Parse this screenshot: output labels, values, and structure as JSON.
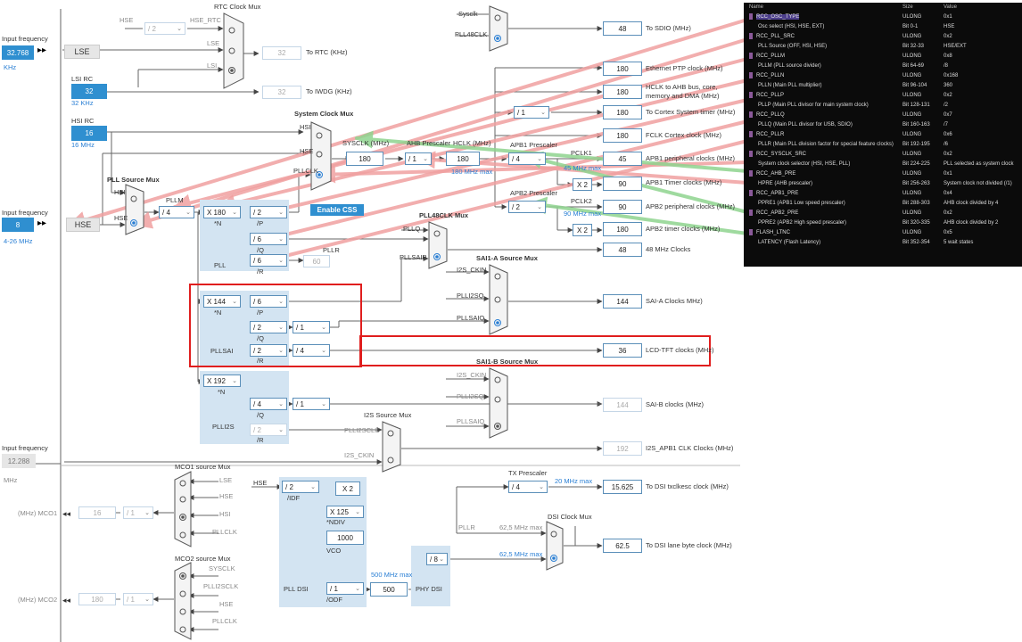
{
  "colors": {
    "accent": "#2f8fd0",
    "pll_bg": "#d3e4f2",
    "highlight": "#e01e1e",
    "arrow_red": "#f0a0a0",
    "arrow_green": "#8fd48f",
    "panel_bg": "#0b0b0b"
  },
  "sources": {
    "lse": {
      "input_label": "Input frequency",
      "value": "32.768",
      "unit": "KHz",
      "name": "LSE"
    },
    "lsi": {
      "title": "LSI RC",
      "value": "32",
      "unit": "32 KHz"
    },
    "hsi": {
      "title": "HSI RC",
      "value": "16",
      "unit": "16 MHz"
    },
    "hse": {
      "input_label": "Input frequency",
      "value": "8",
      "range": "4-26 MHz",
      "name": "HSE"
    },
    "i2s_ext": {
      "input_label": "Input frequency",
      "value": "12.288",
      "unit": "MHz"
    }
  },
  "rtc": {
    "mux_title": "RTC Clock Mux",
    "hse_label": "HSE",
    "hse_rtc_label": "HSE_RTC",
    "div": "/ 2",
    "lse_label": "LSE",
    "lsi_label": "LSI",
    "rtc_value": "32",
    "rtc_dest": "To RTC (KHz)",
    "iwdg_value": "32",
    "iwdg_dest": "To IWDG (KHz)"
  },
  "sdio": {
    "sysclk_label": "Sysclk",
    "pll48_label": "PLL48CLK",
    "value": "48",
    "dest": "To SDIO (MHz)"
  },
  "system": {
    "mux_title": "System Clock Mux",
    "hsi": "HSI",
    "hse": "HSE",
    "pllclk": "PLLCLK",
    "sysclk_label": "SYSCLK (MHz)",
    "sysclk_value": "180",
    "ahb_label": "AHB Prescaler",
    "ahb_div": "/ 1",
    "hclk_label": "HCLK (MHz)",
    "hclk_value": "180",
    "hclk_max": "180 MHz max",
    "enable_css": "Enable CSS"
  },
  "outputs": {
    "eth": {
      "value": "180",
      "dest": "Ethernet PTP clock (MHz)"
    },
    "hclk": {
      "value": "180",
      "dest": "HCLK to AHB bus, core, memory and DMA (MHz)"
    },
    "cortex": {
      "div": "/ 1",
      "value": "180",
      "dest": "To Cortex System timer (MHz)"
    },
    "fclk": {
      "value": "180",
      "dest": "FCLK Cortex clock (MHz)"
    },
    "apb1": {
      "prescaler_label": "APB1 Prescaler",
      "div": "/ 4",
      "pclk_label": "PCLK1",
      "max": "45 MHz max",
      "value": "45",
      "dest": "APB1 peripheral clocks (MHz)",
      "tim_mul": "X 2",
      "tim_value": "90",
      "tim_dest": "APB1 Timer clocks (MHz)"
    },
    "apb2": {
      "prescaler_label": "APB2 Prescaler",
      "div": "/ 2",
      "pclk_label": "PCLK2",
      "max": "90 MHz max",
      "value": "90",
      "dest": "APB2 peripheral clocks (MHz)",
      "tim_mul": "X 2",
      "tim_value": "180",
      "tim_dest": "APB2 timer clocks (MHz)"
    },
    "mhz48": {
      "value": "48",
      "dest": "48 MHz Clocks"
    },
    "saia": {
      "value": "144",
      "dest": "SAI-A Clocks MHz)"
    },
    "lcd": {
      "value": "36",
      "dest": "LCD-TFT clocks (MHz)"
    },
    "saib": {
      "value": "144",
      "dest": "SAI-B clocks (MHz)"
    },
    "i2s": {
      "value": "192",
      "dest": "I2S_APB1 CLK Clocks (MHz)"
    },
    "dsi_esc": {
      "value": "15.625",
      "dest": "To DSI txclkesc clock (MHz)"
    },
    "dsi_lane": {
      "value": "62.5",
      "dest": "To DSI lane byte clock (MHz)"
    }
  },
  "pll": {
    "src_mux_title": "PLL Source Mux",
    "hsi": "HSI",
    "hse": "HSE",
    "pllm_label": "PLLM",
    "pllm": "/ 4",
    "n": "X 180",
    "n_label": "*N",
    "p": "/ 2",
    "p_label": "/P",
    "q": "/ 6",
    "q_label": "/Q",
    "r": "/ 6",
    "r_label": "/R",
    "pllr_label": "PLLR",
    "pllr_value": "60",
    "name": "PLL"
  },
  "pll48": {
    "mux_title": "PLL48CLK Mux",
    "pllq": "PLLQ",
    "pllsaip": "PLLSAIP"
  },
  "pllsai": {
    "n": "X 144",
    "n_label": "*N",
    "p": "/ 6",
    "p_label": "/P",
    "q": "/ 2",
    "q_label": "/Q",
    "q2": "/ 1",
    "r": "/ 2",
    "r_label": "/R",
    "r2": "/ 4",
    "name": "PLLSAI"
  },
  "saia_mux": {
    "title": "SAI1-A Source Mux",
    "i2s_ckin": "I2S_CKIN",
    "pll2sq": "PLLI2SQ",
    "pllsaiq": "PLLSAIQ"
  },
  "saib_mux": {
    "title": "SAI1-B Source Mux",
    "i2s_ckin": "I2S_CKIN",
    "pll2sq": "PLLI2SQ",
    "pllsaiq": "PLLSAIQ"
  },
  "plli2s": {
    "n": "X 192",
    "n_label": "*N",
    "q": "/ 4",
    "q_label": "/Q",
    "q2": "/ 1",
    "r": "/ 2",
    "r_label": "/R",
    "name": "PLLI2S"
  },
  "i2s_mux": {
    "title": "I2S Source Mux",
    "plli2sclk": "PLLI2SCLK",
    "i2s_ckin": "I2S_CKIN"
  },
  "mco1": {
    "title": "MCO1 source Mux",
    "lse": "LSE",
    "hse": "HSE",
    "hsi": "HSI",
    "pllclk": "PLLCLK",
    "label": "(MHz) MCO1",
    "value": "16",
    "div": "/ 1"
  },
  "mco2": {
    "title": "MCO2 source Mux",
    "sysclk": "SYSCLK",
    "plli2sclk": "PLLI2SCLK",
    "hse": "HSE",
    "pllclk": "PLLCLK",
    "label": "(MHz) MCO2",
    "value": "180",
    "div": "/ 1"
  },
  "dsi": {
    "hse": "HSE",
    "idf": "/ 2",
    "idf_label": "/IDF",
    "x2": "X 2",
    "ndiv": "X 125",
    "ndiv_label": "*NDIV",
    "vco": "1000",
    "vco_label": "VCO",
    "odf": "/ 1",
    "odf_label": "/ODF",
    "out": "500",
    "max500": "500 MHz max",
    "pll_name": "PLL DSI",
    "phy_div": "/ 8",
    "phy_name": "PHY DSI",
    "tx_label": "TX Prescaler",
    "tx_div": "/ 4",
    "tx_max": "20 MHz max",
    "mux_title": "DSI Clock Mux",
    "pllr": "PLLR",
    "max62_a": "62,5 MHz max",
    "max62_b": "62,5 MHz max"
  },
  "registers": {
    "headers": [
      "Name",
      "Size",
      "Value"
    ],
    "rows": [
      {
        "type": "reg",
        "name": "RCC_OSC_TYPE",
        "size": "ULONG",
        "value": "0x1",
        "selected": true
      },
      {
        "type": "fld",
        "name": "Osc select (HSI, HSE, EXT)",
        "size": "Bit 0-1",
        "value": "HSE"
      },
      {
        "type": "reg",
        "name": "RCC_PLL_SRC",
        "size": "ULONG",
        "value": "0x2"
      },
      {
        "type": "fld",
        "name": "PLL Source (OFF, HSI, HSE)",
        "size": "Bit 32-33",
        "value": "HSE/EXT"
      },
      {
        "type": "reg",
        "name": "RCC_PLLM",
        "size": "ULONG",
        "value": "0x8"
      },
      {
        "type": "fld",
        "name": "PLLM (PLL source divider)",
        "size": "Bit 64-69",
        "value": "/8"
      },
      {
        "type": "reg",
        "name": "RCC_PLLN",
        "size": "ULONG",
        "value": "0x168"
      },
      {
        "type": "fld",
        "name": "PLLN (Main PLL multiplier)",
        "size": "Bit 96-104",
        "value": "360"
      },
      {
        "type": "reg",
        "name": "RCC_PLLP",
        "size": "ULONG",
        "value": "0x2"
      },
      {
        "type": "fld",
        "name": "PLLP (Main PLL divisor for main system clock)",
        "size": "Bit 128-131",
        "value": "/2"
      },
      {
        "type": "reg",
        "name": "RCC_PLLQ",
        "size": "ULONG",
        "value": "0x7"
      },
      {
        "type": "fld",
        "name": "PLLQ (Main PLL divisor for USB, SDIO)",
        "size": "Bit 160-163",
        "value": "/7"
      },
      {
        "type": "reg",
        "name": "RCC_PLLR",
        "size": "ULONG",
        "value": "0x6"
      },
      {
        "type": "fld",
        "name": "PLLR (Main PLL division factor for special feature clocks)",
        "size": "Bit 192-195",
        "value": "/6"
      },
      {
        "type": "reg",
        "name": "RCC_SYSCLK_SRC",
        "size": "ULONG",
        "value": "0x2"
      },
      {
        "type": "fld",
        "name": "System clock selector (HSI, HSE, PLL)",
        "size": "Bit 224-225",
        "value": "PLL selected as system clock"
      },
      {
        "type": "reg",
        "name": "RCC_AHB_PRE",
        "size": "ULONG",
        "value": "0x1"
      },
      {
        "type": "fld",
        "name": "HPRE (AHB prescaler)",
        "size": "Bit 256-263",
        "value": "System clock not divided (/1)"
      },
      {
        "type": "reg",
        "name": "RCC_APB1_PRE",
        "size": "ULONG",
        "value": "0x4"
      },
      {
        "type": "fld",
        "name": "PPRE1 (APB1 Low speed prescaler)",
        "size": "Bit 288-303",
        "value": "AHB clock divided by 4"
      },
      {
        "type": "reg",
        "name": "RCC_APB2_PRE",
        "size": "ULONG",
        "value": "0x2"
      },
      {
        "type": "fld",
        "name": "PPRE2 (APB2 High speed prescaler)",
        "size": "Bit 320-335",
        "value": "AHB clock divided by 2"
      },
      {
        "type": "reg",
        "name": "FLASH_LTNC",
        "size": "ULONG",
        "value": "0x5"
      },
      {
        "type": "fld",
        "name": "LATENCY (Flash Latency)",
        "size": "Bit 352-354",
        "value": "5 wait states"
      }
    ]
  }
}
